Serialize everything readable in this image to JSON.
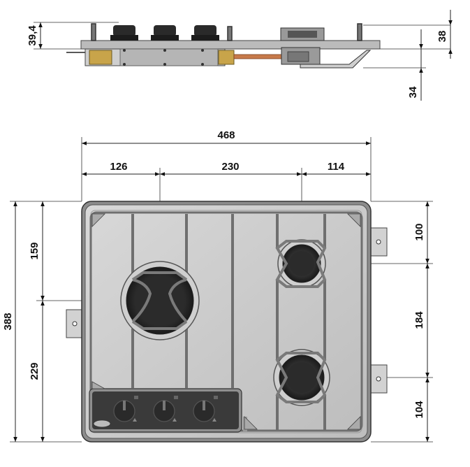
{
  "dimensions": {
    "side_height_top": "39,4",
    "side_height_right": "38",
    "side_depth_below": "34",
    "overall_width": "468",
    "left_to_burner": "126",
    "burner_spacing": "230",
    "right_to_burner": "114",
    "overall_depth": "388",
    "top_to_big_burner": "159",
    "big_burner_to_bottom": "229",
    "top_to_small_burner": "100",
    "small_burner_spacing": "184",
    "small_burner_to_bottom": "104"
  },
  "colors": {
    "panel": "#c9c9c9",
    "panel_dark": "#8a8a8a",
    "grate": "#6f6f6f",
    "burner": "#3a3a3a",
    "brass": "#c8a44a",
    "copper": "#c77a4a"
  },
  "knobs": [
    "knob",
    "knob",
    "knob"
  ]
}
